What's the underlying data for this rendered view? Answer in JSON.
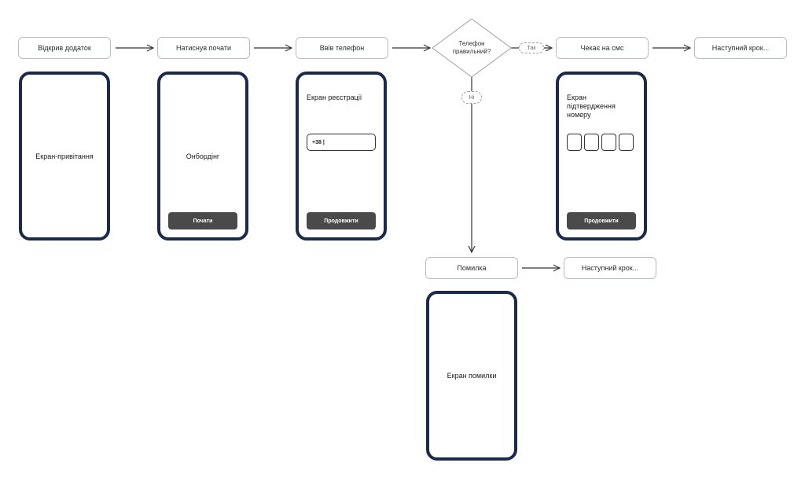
{
  "flow": {
    "step_opened_app": "Відкрив додаток",
    "step_pressed_start": "Натиснув почати",
    "step_entered_phone": "Ввів телефон",
    "decision_line1": "Телефон",
    "decision_line2": "правильний?",
    "label_yes": "Так",
    "label_no": "Ні",
    "step_waiting_sms": "Чекає на смс",
    "step_next_top": "Наступний крок...",
    "step_error": "Помилка",
    "step_next_bottom": "Наступний крок..."
  },
  "screens": {
    "welcome": {
      "title": "Екран-привітання"
    },
    "onboarding": {
      "title": "Онбордінг",
      "button": "Почати"
    },
    "registration": {
      "title": "Екран реєстрації",
      "phone_value": "+38 |",
      "button": "Продовжити"
    },
    "confirmation": {
      "title_line1": "Екран",
      "title_line2": "підтвердження",
      "title_line3": "номеру",
      "button": "Продовжити"
    },
    "error": {
      "title": "Екран помилки"
    }
  },
  "colors": {
    "phone_border": "#1c2a4a",
    "button_bg": "#4a4a4a",
    "step_border": "#b9bec6"
  }
}
